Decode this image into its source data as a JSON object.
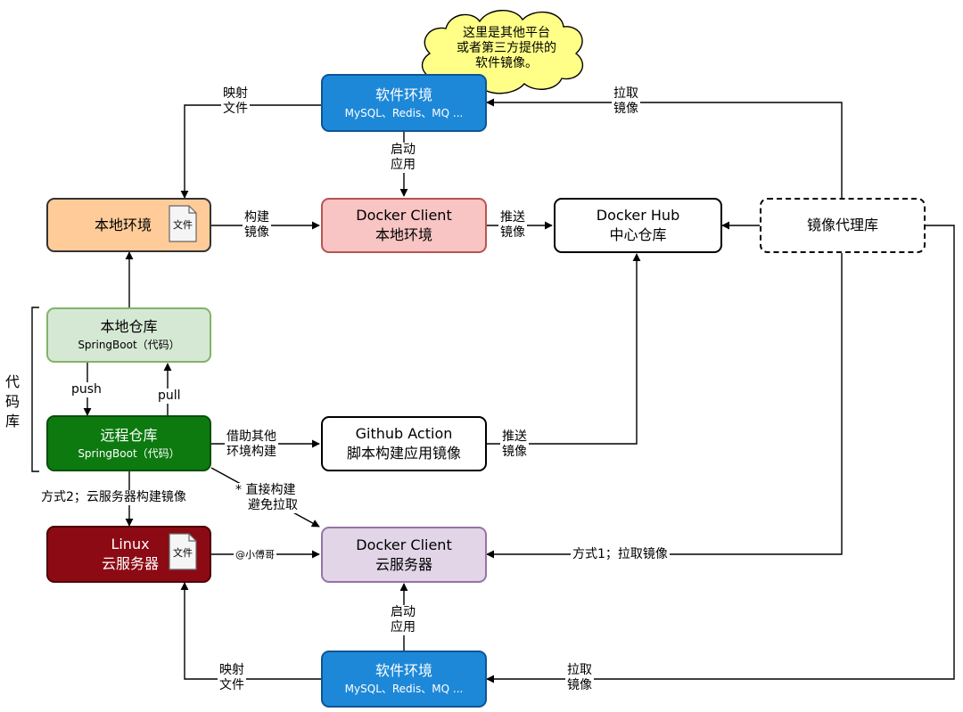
{
  "nodes": {
    "software_env_top": {
      "title": "软件环境",
      "subtitle": "MySQL、Redis、MQ ..."
    },
    "software_env_bottom": {
      "title": "软件环境",
      "subtitle": "MySQL、Redis、MQ ..."
    },
    "local_env": {
      "title": "本地环境"
    },
    "docker_client_local": {
      "title": "Docker Client",
      "subtitle": "本地环境"
    },
    "docker_hub": {
      "title": "Docker Hub",
      "subtitle": "中心仓库"
    },
    "mirror_proxy": {
      "title": "镜像代理库"
    },
    "local_repo": {
      "title": "本地仓库",
      "subtitle": "SpringBoot（代码）"
    },
    "remote_repo": {
      "title": "远程仓库",
      "subtitle": "SpringBoot（代码）"
    },
    "github_action": {
      "title": "Github Action",
      "subtitle": "脚本构建应用镜像"
    },
    "linux_server": {
      "title": "Linux",
      "subtitle": "云服务器"
    },
    "docker_client_cloud": {
      "title": "Docker Client",
      "subtitle": "云服务器"
    }
  },
  "doc_icon_label": "文件",
  "cloud_note": {
    "line1": "这里是其他平台",
    "line2": "或者第三方提供的",
    "line3": "软件镜像。"
  },
  "edges": {
    "map_file_top": {
      "line1": "映射",
      "line2": "文件"
    },
    "pull_image_top": {
      "line1": "拉取",
      "line2": "镜像"
    },
    "start_app_top": {
      "line1": "启动",
      "line2": "应用"
    },
    "build_image": {
      "line1": "构建",
      "line2": "镜像"
    },
    "push_image_top": {
      "line1": "推送",
      "line2": "镜像"
    },
    "push": "push",
    "pull": "pull",
    "other_env_build": {
      "line1": "借助其他",
      "line2": "环境构建"
    },
    "push_image_gh": {
      "line1": "推送",
      "line2": "镜像"
    },
    "method2": "方式2；云服务器构建镜像",
    "direct_build": {
      "line1": "* 直接构建",
      "line2": "避免拉取"
    },
    "author": "@小傅哥",
    "method1": "方式1；拉取镜像",
    "start_app_bottom": {
      "line1": "启动",
      "line2": "应用"
    },
    "map_file_bottom": {
      "line1": "映射",
      "line2": "文件"
    },
    "pull_image_bottom": {
      "line1": "拉取",
      "line2": "镜像"
    }
  },
  "code_repo_label": {
    "c1": "代",
    "c2": "码",
    "c3": "库"
  },
  "colors": {
    "software_env": "#1e88d8",
    "local_env": "#ffcc99",
    "docker_client_local": "#f8c4c4",
    "repo_local": "#d5e8d4",
    "repo_remote": "#0d7a10",
    "linux": "#8c0a14",
    "docker_client_cloud": "#e1d5e7",
    "cloud": "#ffff88"
  }
}
